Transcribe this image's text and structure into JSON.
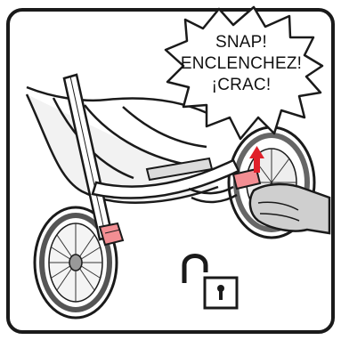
{
  "callout": {
    "lines": [
      "SNAP!",
      "ENCLENCHEZ!",
      "¡CRAC!"
    ]
  },
  "icons": {
    "lock": "unlocked-padlock-icon"
  },
  "colors": {
    "outline": "#1a1a1a",
    "frame_fill": "#e6e6e6",
    "tire": "#555555",
    "accent_red": "#e0202a",
    "latch_pink": "#f28e93",
    "hand_gray": "#cfcfcf"
  }
}
